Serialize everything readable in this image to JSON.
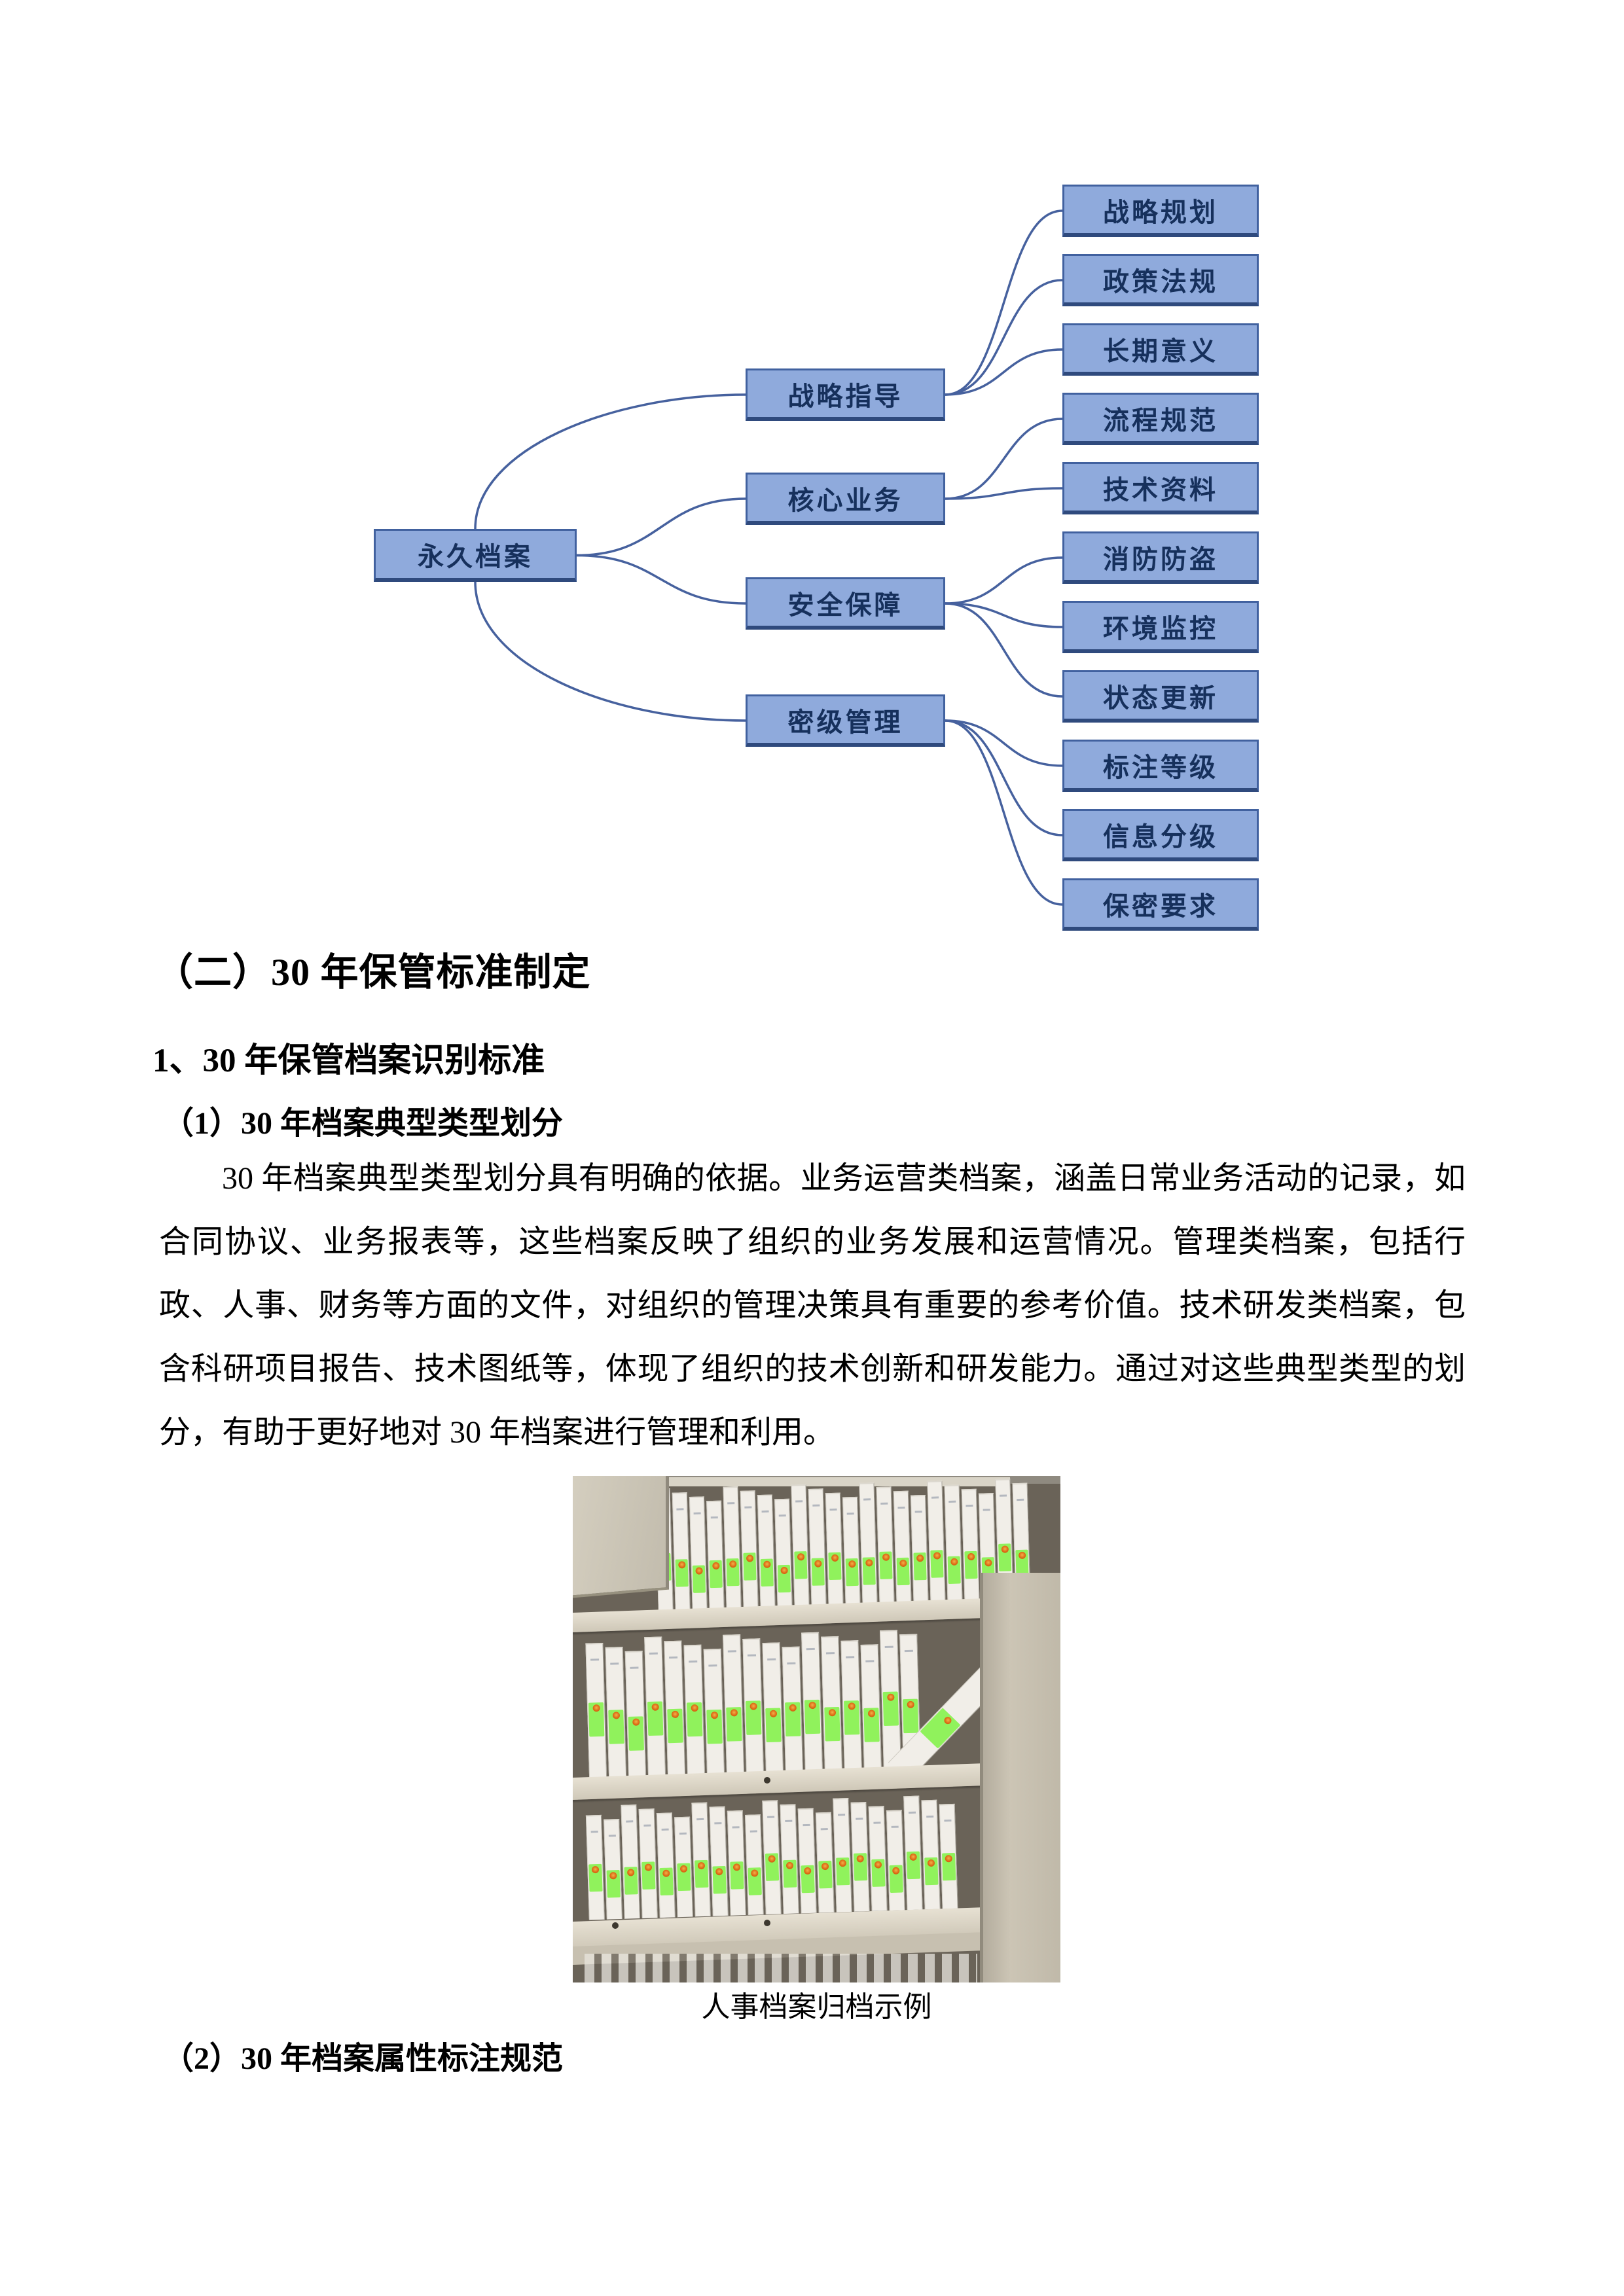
{
  "page": {
    "background": "#ffffff"
  },
  "mindmap": {
    "root": {
      "label": "永久档案"
    },
    "branches": [
      {
        "label": "战略指导",
        "children": [
          "战略规划",
          "政策法规",
          "长期意义"
        ]
      },
      {
        "label": "核心业务",
        "children": [
          "流程规范",
          "技术资料"
        ]
      },
      {
        "label": "安全保障",
        "children": [
          "消防防盗",
          "环境监控",
          "状态更新"
        ]
      },
      {
        "label": "密级管理",
        "children": [
          "标注等级",
          "信息分级",
          "保密要求"
        ]
      }
    ],
    "colors": {
      "fill": "#8faadc",
      "border": "#41619f",
      "border_dark": "#2f4a7d",
      "text": "#16305c",
      "line": "#46619e"
    }
  },
  "headings": {
    "h1": "（二）30 年保管标准制定",
    "h2": "1、30 年保管档案识别标准",
    "h3": "（1）30 年档案典型类型划分",
    "h4": "（2）30 年档案属性标注规范"
  },
  "paragraph": "30 年档案典型类型划分具有明确的依据。业务运营类档案，涵盖日常业务活动的记录，如合同协议、业务报表等，这些档案反映了组织的业务发展和运营情况。管理类档案，包括行政、人事、财务等方面的文件，对组织的管理决策具有重要的参考价值。技术研发类档案，包含科研项目报告、技术图纸等，体现了组织的技术创新和研发能力。通过对这些典型类型的划分，有助于更好地对 30 年档案进行管理和利用。",
  "figure": {
    "caption": "人事档案归档示例"
  }
}
